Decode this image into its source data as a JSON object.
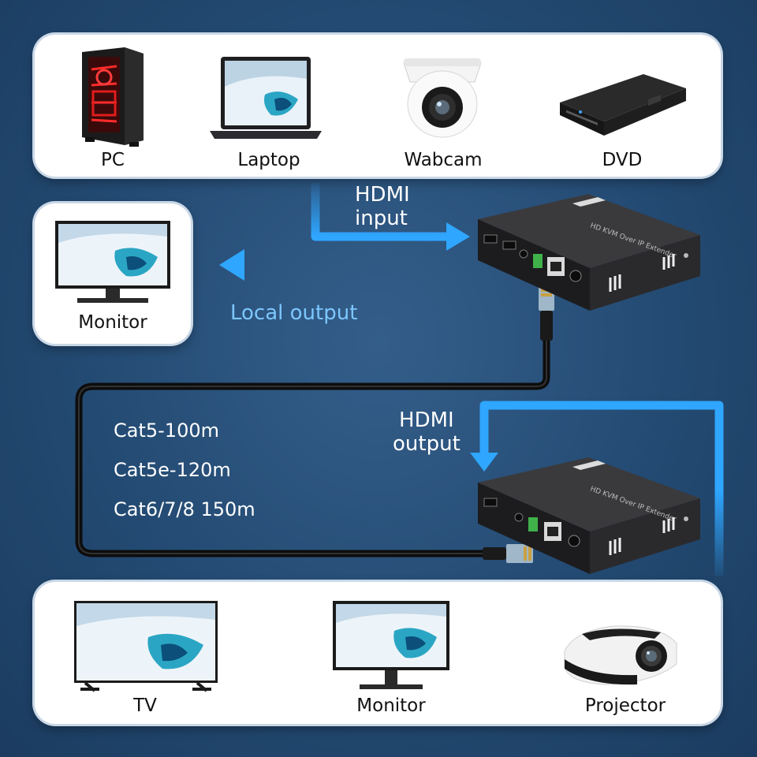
{
  "sources": {
    "pc": "PC",
    "laptop": "Laptop",
    "webcam": "Wabcam",
    "dvd": "DVD"
  },
  "local_monitor": "Monitor",
  "hdmi_input": [
    "HDMI",
    "input"
  ],
  "local_output": "Local output",
  "hdmi_output": [
    "HDMI",
    "output"
  ],
  "cable_specs": [
    "Cat5-100m",
    "Cat5e-120m",
    "Cat6/7/8 150m"
  ],
  "displays": {
    "tv": "TV",
    "monitor": "Monitor",
    "projector": "Projector"
  },
  "device_label": "HD KVM Over IP Extender",
  "colors": {
    "background": "#234a72",
    "arrow_blue": "#2fa6ff",
    "local_output_text": "#7cc7ff",
    "cable": "#111111"
  }
}
